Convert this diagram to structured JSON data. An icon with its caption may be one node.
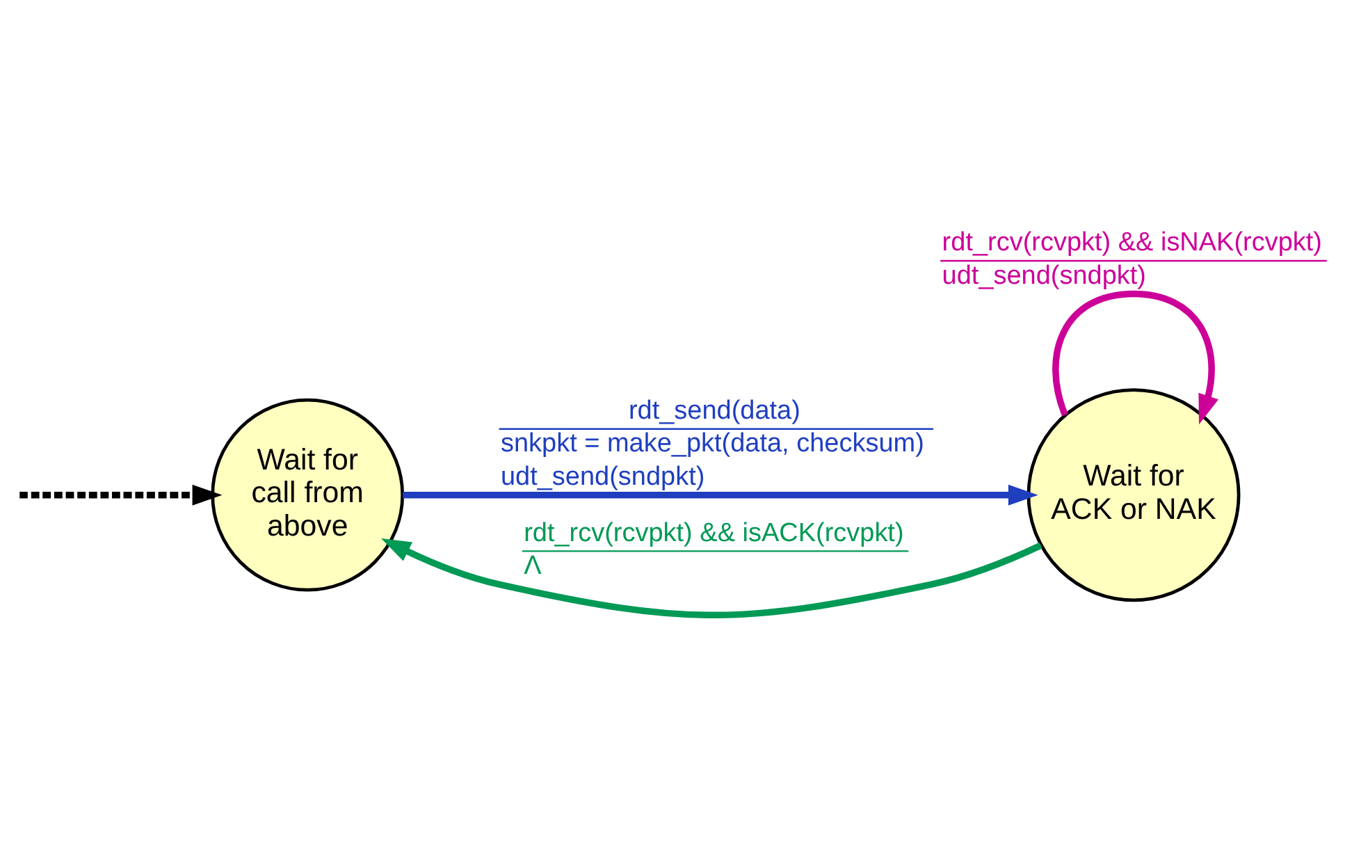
{
  "diagram": {
    "nodes": [
      {
        "text": [
          "Wait for call from above"
        ]
      },
      {
        "text": [
          "Wait for ACK or NAK"
        ]
      }
    ],
    "edges": [
      {
        "from": null,
        "to": 0,
        "arrow": "to",
        "style": "dashed"
      },
      {
        "from": 0,
        "to": 1,
        "arrow": "to",
        "color": "#1f3fbf",
        "label": [
          "rdt_send(data)",
          "snkpkt = make_pkt(data, checksum)",
          "udt_send(sndpkt)"
        ]
      },
      {
        "from": 1,
        "to": 1,
        "arrow": "to",
        "color": "#cc0099",
        "label": [
          "rdt_rcv(rcvpkt) && isNAK(rcvpkt)",
          "udt_send(sndpkt)"
        ]
      },
      {
        "from": 1,
        "to": 0,
        "arrow": "to",
        "color": "#009955",
        "label": [
          "rdt_rcv(rcvpkt) && isACK(rcvpkt)",
          "Λ"
        ]
      }
    ]
  }
}
